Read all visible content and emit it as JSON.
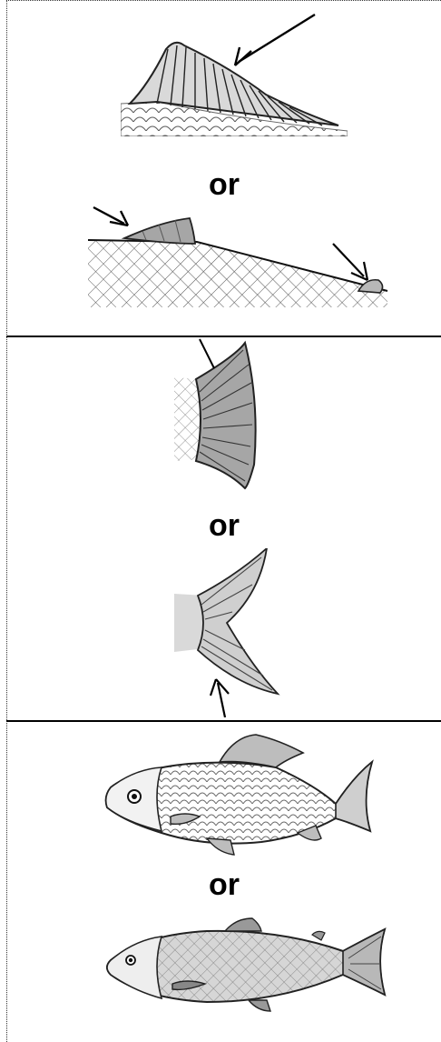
{
  "rows": [
    {
      "or_label": "or",
      "options": [
        "dorsal-fin-rayed",
        "dorsal-and-adipose-fin"
      ]
    },
    {
      "or_label": "or",
      "options": [
        "tail-fin-rounded-edge",
        "tail-fin-forked"
      ]
    },
    {
      "or_label": "or",
      "options": [
        "fish-deep-body-minnow",
        "fish-slender-body-salmon"
      ]
    }
  ],
  "colors": {
    "ink": "#000000",
    "fin_gray": "#a6a6a6",
    "fin_light": "#cfcfcf",
    "scale_gray": "#bdbdbd",
    "rule": "#000000"
  }
}
